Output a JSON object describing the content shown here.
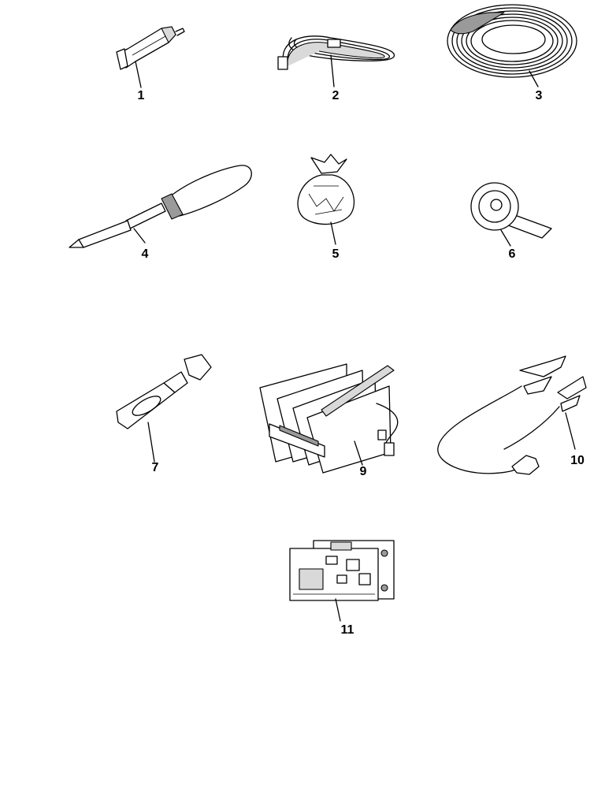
{
  "parts": [
    {
      "id": "soldering-iron",
      "callout": "1"
    },
    {
      "id": "ribbon-cable",
      "callout": "2"
    },
    {
      "id": "wire-coil",
      "callout": "3"
    },
    {
      "id": "screwdriver",
      "callout": "4"
    },
    {
      "id": "parts-bag",
      "callout": "5"
    },
    {
      "id": "tape-roll",
      "callout": "6"
    },
    {
      "id": "usb-stick",
      "callout": "7"
    },
    {
      "id": "heat-sink",
      "callout": "9"
    },
    {
      "id": "clamp-cable",
      "callout": "10"
    },
    {
      "id": "circuit-boards",
      "callout": "11"
    }
  ],
  "colors": {
    "line": "#000000",
    "fill_light": "#d9d9d9",
    "fill_dark": "#9a9a9a",
    "background": "#ffffff"
  }
}
